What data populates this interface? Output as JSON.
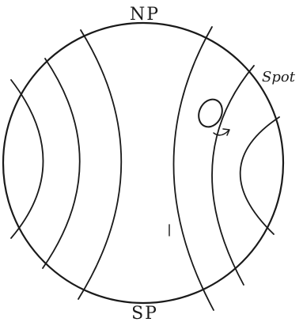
{
  "labels": {
    "north_pole": "NP",
    "south_pole": "SP",
    "spot": "Spot"
  },
  "colors": {
    "ink": "#1a1a1a",
    "background": "#ffffff"
  }
}
